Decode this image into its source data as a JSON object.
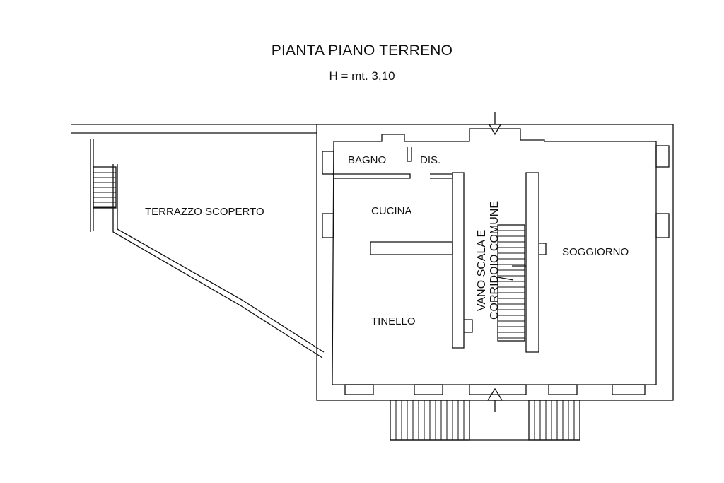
{
  "drawing": {
    "title": "PIANTA PIANO TERRENO",
    "height_note": "H = mt. 3,10"
  },
  "rooms": {
    "bagno": "BAGNO",
    "dis": "DIS.",
    "cucina": "CUCINA",
    "tinello": "TINELLO",
    "terrazzo": "TERRAZZO SCOPERTO",
    "soggiorno": "SOGGIORNO",
    "vano_line1": "VANO SCALA E",
    "vano_line2": "CORRIDOIO COMUNE"
  },
  "colors": {
    "ink": "#111111",
    "wall_fill": "#ffffff"
  }
}
